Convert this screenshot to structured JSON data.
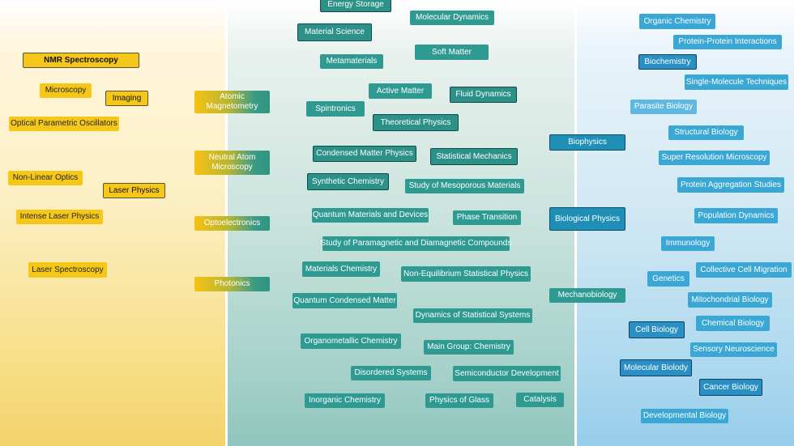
{
  "colors": {
    "yellow": "#f5c718",
    "teal": "#2f9a92",
    "blue": "#3ba7d5",
    "outline_dark": "#0f4a47"
  },
  "left": {
    "nmr_spectroscopy": "NMR Spectroscopy",
    "microscopy": "Microscopy",
    "imaging": "Imaging",
    "optical_parametric_oscillators": "Optical Parametric Oscillators",
    "non_linear_optics": "Non-Linear Optics",
    "laser_physics": "Laser Physics",
    "intense_laser_physics": "Intense Laser Physics",
    "laser_spectroscopy": "Laser Spectroscopy"
  },
  "bridge_left": {
    "atomic_magnetometry": "Atomic Magnetometry",
    "neutral_atom_microscopy": "Neutral Atom Microscopy",
    "optoelectronics": "Optoelectronics",
    "photonics": "Photonics"
  },
  "middle": {
    "energy_storage": "Energy Storage",
    "molecular_dynamics": "Molecular Dynamics",
    "material_science": "Material Science",
    "soft_matter": "Soft Matter",
    "metamaterials": "Metamaterials",
    "active_matter": "Active Matter",
    "fluid_dynamics": "Fluid Dynamics",
    "spintronics": "Spintronics",
    "theoretical_physics": "Theoretical Physics",
    "condensed_matter_physics": "Condensed Matter Physics",
    "statistical_mechanics": "Statistical Mechanics",
    "synthetic_chemistry": "Synthetic Chemistry",
    "study_of_mesoporous_materials": "Study of Mesoporous Materials",
    "quantum_materials_and_devices": "Quantum Materials and Devices",
    "phase_transition": "Phase Transition",
    "study_paramagnetic": "Study of Paramagnetic and Diamagnetic Compounds",
    "materials_chemistry": "Materials Chemistry",
    "non_equilibrium": "Non-Equilibrium Statistical Physics",
    "quantum_condensed_matter": "Quantum Condensed Matter",
    "dynamics_of_statistical_systems": "Dynamics of Statistical Systems",
    "organometallic_chemistry": "Organometallic Chemistry",
    "main_group_chemistry": "Main Group: Chemistry",
    "disordered_systems": "Disordered Systems",
    "semiconductor_development": "Semiconductor Development",
    "inorganic_chemistry": "Inorganic Chemistry",
    "physics_of_glass": "Physics of Glass",
    "catalysis": "Catalysis"
  },
  "bridge_right": {
    "biophysics": "Biophysics",
    "biological_physics": "Biological Physics",
    "mechanobiology": "Mechanobiology"
  },
  "right": {
    "organic_chemistry": "Organic Chemistry",
    "protein_protein_interactions": "Protein-Protein Interactions",
    "biochemistry": "Biochemistry",
    "single_molecule_techniques": "Single-Molecule Techniques",
    "parasite_biology": "Parasite Biology",
    "structural_biology": "Structural Biology",
    "super_resolution_microscopy": "Super Resolution Microscopy",
    "protein_aggregation_studies": "Protein Aggregation Studies",
    "population_dynamics": "Population Dynamics",
    "immunology": "Immunology",
    "collective_cell_migration": "Collective Cell Migration",
    "genetics": "Genetics",
    "mitochondrial_biology": "Mitochondrial Biology",
    "cell_biology": "Cell Biology",
    "chemical_biology": "Chemical Biology",
    "sensory_neuroscience": "Sensory Neuroscience",
    "molecular_biolody": "Molecular Biolody",
    "cancer_biology": "Cancer Biology",
    "developmental_biology": "Developmental Biology"
  }
}
